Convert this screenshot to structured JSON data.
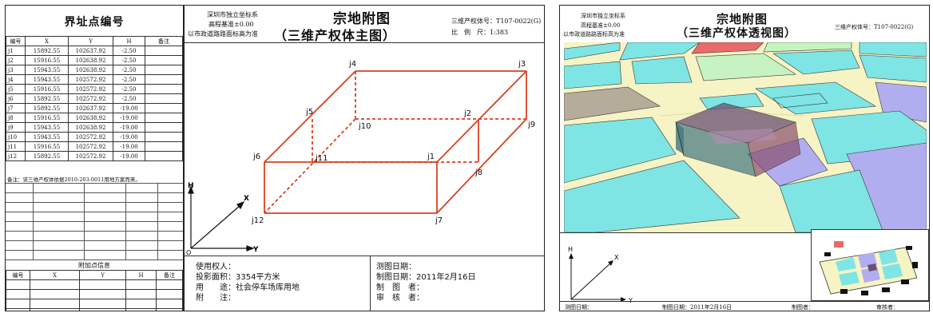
{
  "left_sheet": {
    "table_title": "界址点编号",
    "headers": [
      "编号",
      "X",
      "Y",
      "H",
      "备注"
    ],
    "rows": [
      [
        "j1",
        "15892.55",
        "102637.92",
        "-2.50",
        ""
      ],
      [
        "j2",
        "15916.55",
        "102638.92",
        "-2.50",
        ""
      ],
      [
        "j3",
        "15943.55",
        "102638.92",
        "-2.50",
        ""
      ],
      [
        "j4",
        "15943.55",
        "102572.92",
        "-2.50",
        ""
      ],
      [
        "j5",
        "15916.55",
        "102572.92",
        "-2.50",
        ""
      ],
      [
        "j6",
        "15892.55",
        "102572.92",
        "-2.50",
        ""
      ],
      [
        "j7",
        "15892.55",
        "102637.92",
        "-19.00",
        ""
      ],
      [
        "j8",
        "15916.55",
        "102638.92",
        "-19.00",
        ""
      ],
      [
        "j9",
        "15943.55",
        "102638.92",
        "-19.00",
        ""
      ],
      [
        "j10",
        "15943.55",
        "102572.92",
        "-19.00",
        ""
      ],
      [
        "j11",
        "15916.55",
        "102572.92",
        "-19.00",
        ""
      ],
      [
        "j12",
        "15892.55",
        "102572.92",
        "-19.00",
        ""
      ]
    ],
    "note": "备注：该三维产权体依据2010-203-0011用地方案而来。",
    "extra_title": "附加点信息",
    "extra_headers": [
      "编号",
      "X",
      "Y",
      "H",
      "备注"
    ]
  },
  "main_sheet": {
    "coord_system": "深圳市独立坐标系",
    "elevation_base": "高程基准±0.00",
    "road_base": "以市政道路路面标高为准",
    "title": "宗地附图",
    "subtitle": "（三维产权体主图）",
    "body_no_label": "三维产权体号：",
    "body_no": "T107-0022(G)",
    "scale_label": "比　例　尺：",
    "scale": "1:383",
    "vertex_labels": [
      "j1",
      "j2",
      "j3",
      "j4",
      "j5",
      "j6",
      "j7",
      "j8",
      "j9",
      "j10",
      "j11",
      "j12"
    ],
    "axis_h": "H",
    "axis_x": "X",
    "axis_y": "Y",
    "axis_o": "O",
    "owner_label": "使用权人：",
    "owner_value": "",
    "area_label": "投影面积：",
    "area_value": "3354平方米",
    "use_label": "用　　途：",
    "use_value": "社会停车场库用地",
    "note_label": "附　　注：",
    "note_value": "",
    "survey_date_label": "测图日期：",
    "survey_date_value": "",
    "draw_date_label": "制图日期：",
    "draw_date_value": "2011年2月16日",
    "drafter_label": "制　图　者：",
    "drafter_value": "",
    "checker_label": "审　核　者：",
    "checker_value": ""
  },
  "right_sheet": {
    "coord_system": "深圳市独立坐标系",
    "elevation_base": "高程基准±0.00",
    "road_base": "以市政道路路面标高为准",
    "title": "宗地附图",
    "subtitle": "（三维产权体透视图）",
    "body_no_label": "三维产权体号：",
    "body_no": "T107-0022(G)",
    "axis_h": "H",
    "axis_x": "X",
    "axis_y": "Y",
    "survey_date": "测图日期：",
    "draw_date": "制图日期：2011年2月16日",
    "drafter": "制图者：",
    "checker": "审核者："
  },
  "colors": {
    "edge_red": "#d8401f",
    "ground": "#f6f3c4",
    "block_cyan": "#7fe4e4",
    "block_purple": "#b1aef0",
    "block_green": "#c7f2c2",
    "block_red": "#ea6a6a",
    "volume": "#6b4f74"
  }
}
